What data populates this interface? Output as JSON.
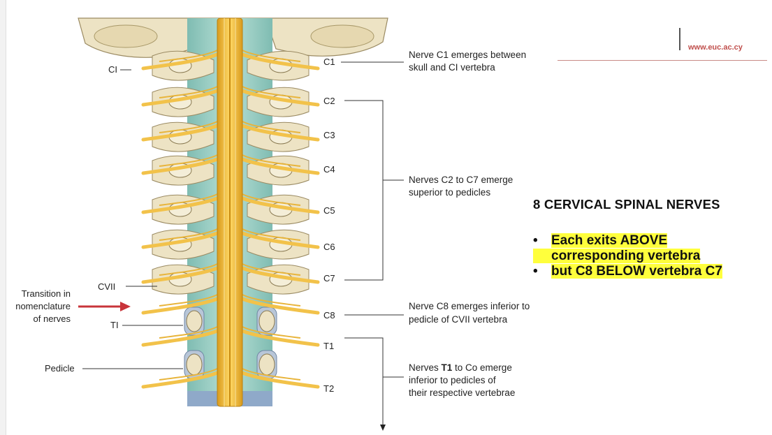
{
  "website": "www.euc.ac.cy",
  "nerve_labels": [
    "C1",
    "C2",
    "C3",
    "C4",
    "C5",
    "C6",
    "C7",
    "C8",
    "T1",
    "T2"
  ],
  "vertebra_labels": {
    "ci": "CI",
    "cvii": "CVII",
    "ti": "TI",
    "pedicle": "Pedicle"
  },
  "transition_note": [
    "Transition in",
    "nomenclature",
    "of nerves"
  ],
  "annotations": {
    "c1": [
      "Nerve C1 emerges between",
      "skull and CI vertebra"
    ],
    "c2_c7": [
      "Nerves C2 to C7 emerge",
      "superior to pedicles"
    ],
    "c8": [
      "Nerve C8 emerges inferior to",
      "pedicle of CVII vertebra"
    ],
    "t1": {
      "line1_prefix": "Nerves ",
      "line1_bold": "T1",
      "line1_suffix": " to Co emerge",
      "line2": "inferior to pedicles of",
      "line3": "their respective vertebrae"
    }
  },
  "panel": {
    "title": "8 CERVICAL SPINAL NERVES",
    "bullet_symbol": "•",
    "bullets": [
      [
        "Each exits ABOVE",
        "corresponding vertebra"
      ],
      [
        "but C8 BELOW vertebra C7"
      ]
    ]
  },
  "colors": {
    "highlight": "#ffff3c",
    "nerve": "#f2c24a",
    "bone": "#ede3c4",
    "csf": "#9fd1c6",
    "arrow": "#c8343a",
    "website": "#c0504d"
  }
}
